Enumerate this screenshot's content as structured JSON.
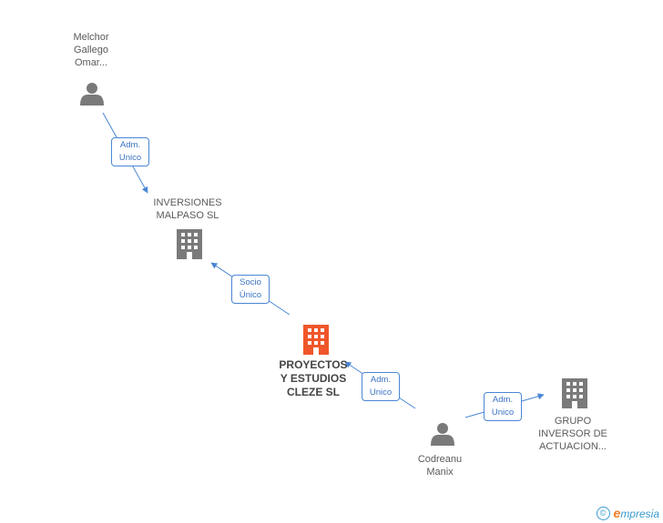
{
  "nodes": {
    "melchor": {
      "label": "Melchor\nGallego\nOmar...",
      "type": "person"
    },
    "inversiones": {
      "label": "INVERSIONES\nMALPASO SL",
      "type": "company"
    },
    "proyectos": {
      "label": "PROYECTOS\nY ESTUDIOS\nCLEZE SL",
      "type": "company-main"
    },
    "codreanu": {
      "label": "Codreanu\nManix",
      "type": "person"
    },
    "grupo": {
      "label": "GRUPO\nINVERSOR DE\nACTUACION...",
      "type": "company"
    }
  },
  "edges": {
    "e1": {
      "label": "Adm.\nUnico"
    },
    "e2": {
      "label": "Socio\nÚnico"
    },
    "e3": {
      "label": "Adm.\nUnico"
    },
    "e4": {
      "label": "Adm.\nUnico"
    }
  },
  "colors": {
    "edge": "#4a86d6",
    "company": "#7a7a7a",
    "company_main": "#f0562a",
    "person": "#7a7a7a"
  },
  "footer": {
    "copyright_symbol": "©",
    "brand_initial": "e",
    "brand_rest": "mpresia"
  }
}
